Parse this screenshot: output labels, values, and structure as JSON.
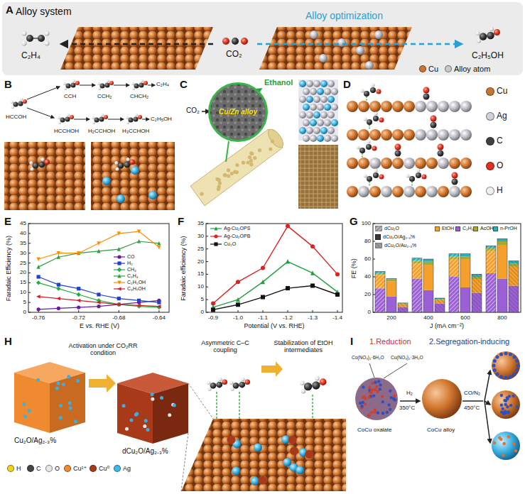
{
  "diagram": {
    "nodes": [
      {
        "text": [
          "Alloy system"
        ]
      },
      {
        "text": [
          "Cu/Zn alloy"
        ]
      }
    ],
    "labels": [
      "A",
      "Alloy optimization",
      "C₂H₄",
      "CO₂",
      "C₂H₅OH",
      "B",
      "HCCOH",
      "CCH",
      "CCH₂",
      "CHCH₂",
      "C₂H₄",
      "HCCHOH",
      "H₂CCHOH",
      "H₃CCHOH",
      "C₂H₅OH",
      "C",
      "CO₂",
      "Ethanol",
      "D",
      "E",
      "Faradaic Efficiency (%)",
      "0",
      "5",
      "10",
      "15",
      "20",
      "25",
      "30",
      "35",
      "40",
      "45",
      "-0.76",
      "-0.72",
      "-0.68",
      "-0.64",
      "E vs. RHE (V)",
      "F",
      "Faradaic efficiency (%)",
      "0",
      "5",
      "10",
      "15",
      "20",
      "25",
      "30",
      "35",
      "-0.9",
      "-1.0",
      "-1.1",
      "-1.2",
      "-1.3",
      "-1.4",
      "Potential (V vs. RHE)",
      "G",
      "FE (%)",
      "0",
      "20",
      "40",
      "60",
      "80",
      "100",
      "200",
      "400",
      "600",
      "800",
      "J (mA cm⁻²)",
      "H",
      "Cu₂O/Ag₂.₃%",
      "Activation under CO₂RR condition",
      "dCu₂O/Ag₂.₃%",
      "Asymmetric C–C coupling",
      "Stabilization of EtOH intermediates",
      "I",
      "1.Reduction",
      "2.Segregation-inducing",
      "Co(NO₃)₂·6H₂O",
      "Cu(NO₃)₂·3H₂O",
      "H₂",
      "350°C",
      "450°C",
      "CO/N₂",
      "CoCu oxalate",
      "CoCu alloy"
    ],
    "legend": [
      {
        "text": "Cu",
        "color": "#c87533"
      },
      {
        "text": "Alloy atom",
        "color": "#c8c8c8"
      },
      {
        "text": "Cu",
        "color": "#c87533"
      },
      {
        "text": "Ag",
        "color": "#d0d0d8"
      },
      {
        "text": "C",
        "color": "#404040"
      },
      {
        "text": "O",
        "color": "#e03020"
      },
      {
        "text": "H",
        "color": "#f0f0f0"
      },
      {
        "text": "CO"
      },
      {
        "text": "H₂"
      },
      {
        "text": "CH₄"
      },
      {
        "text": "C₂H₄"
      },
      {
        "text": "C₂H₅OH"
      },
      {
        "text": "C₃H₇OH"
      },
      {
        "text": "Ag-Cu₂OPS"
      },
      {
        "text": "Ag-Cu₂OPB"
      },
      {
        "text": "Cu₂O"
      },
      {
        "text": "dCu₂O"
      },
      {
        "text": "dCu₂O/Ag₂.₃%",
        "color": "#3a3a3a"
      },
      {
        "text": "dCu₂O/Au₂.₃%"
      },
      {
        "text": "EtOH",
        "color": "#f5a02a"
      },
      {
        "text": "C₂H₄",
        "color": "#9b5fd6"
      },
      {
        "text": "AcOH",
        "color": "#a8a832"
      },
      {
        "text": "n-PrOH",
        "color": "#2ab0b8"
      },
      {
        "text": "H",
        "color": "#f2d21b"
      },
      {
        "text": "C",
        "color": "#454545"
      },
      {
        "text": "O",
        "color": "#e6e6e6"
      },
      {
        "text": "Cu¹⁺",
        "color": "#f08a30"
      },
      {
        "text": "Cu⁰",
        "color": "#a83a1a"
      },
      {
        "text": "Ag",
        "color": "#40b8e8"
      }
    ]
  }
}
